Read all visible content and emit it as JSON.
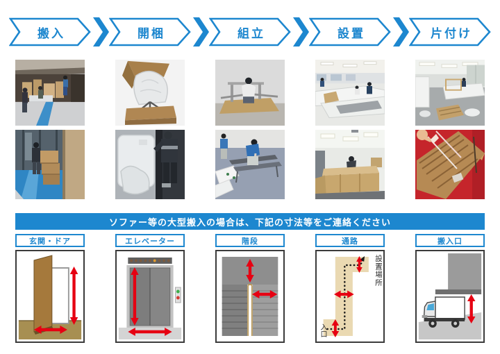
{
  "colors": {
    "accent_blue": "#1d87cf",
    "arrow_red": "#e60012",
    "diagram_border": "#3b3b3b",
    "corridor_tan": "#ead9b2"
  },
  "process_steps": [
    "搬入",
    "開梱",
    "組立",
    "設置",
    "片付け"
  ],
  "notice_banner": "ソファー等の大型搬入の場合は、下記の寸法等をご連絡ください",
  "photos": {
    "row1": [
      "truck-unloading",
      "unboxing-wrapped-chair",
      "desk-frame-assembly",
      "office-desk-setup",
      "installed-office-room"
    ],
    "row2": [
      "boxes-at-entrance",
      "carrying-wrapped-furniture",
      "metal-frame-assembly",
      "counter-installation",
      "cardboard-strapping"
    ]
  },
  "dimension_guides": [
    {
      "label": "玄関・ドア",
      "diagram": "entrance-door"
    },
    {
      "label": "エレベーター",
      "diagram": "elevator"
    },
    {
      "label": "階段",
      "diagram": "stairs"
    },
    {
      "label": "通路",
      "diagram": "corridor",
      "annotations": {
        "destination": "設置場所",
        "entrance": "入口"
      }
    },
    {
      "label": "搬入口",
      "diagram": "loading-dock"
    }
  ]
}
